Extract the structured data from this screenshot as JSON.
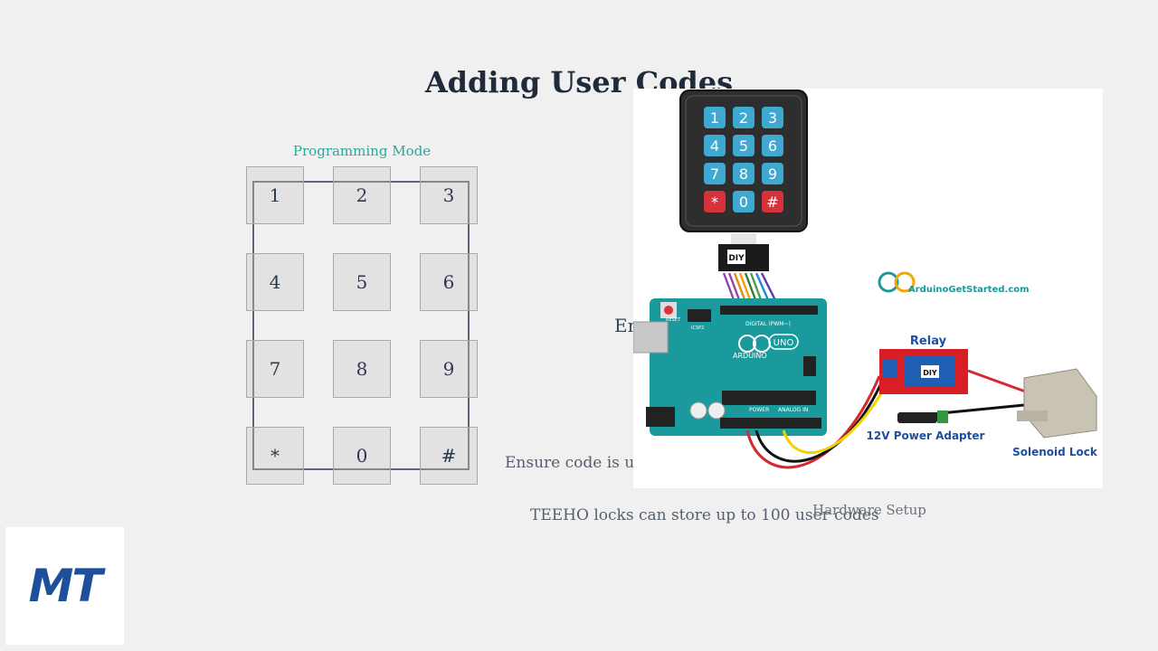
{
  "slide": {
    "title": "Adding User Codes",
    "programming_label": "Programming Mode",
    "partial_text_1": "En",
    "partial_text_2": "Ensure code is u",
    "note": "TEEHO locks can store up to 100 user codes",
    "hardware_caption": "Hardware Setup"
  },
  "keypad": {
    "keys": [
      "1",
      "2",
      "3",
      "4",
      "5",
      "6",
      "7",
      "8",
      "9",
      "*",
      "0",
      "#"
    ]
  },
  "hardware": {
    "keypad_keys": [
      "1",
      "2",
      "3",
      "4",
      "5",
      "6",
      "7",
      "8",
      "9",
      "*",
      "0",
      "#"
    ],
    "site_logo": "ArduinoGetStarted.com",
    "relay_label": "Relay",
    "adapter_label": "12V Power Adapter",
    "lock_label": "Solenoid Lock",
    "board_name": "ARDUINO",
    "board_model": "UNO",
    "digital_label": "DIGITAL (PWM~)",
    "power_label": "POWER",
    "analog_label": "ANALOG IN",
    "reset_label": "RESET",
    "icsp_label": "ICSP2",
    "diy_label": "DIY",
    "colors": {
      "board": "#1a9a9c",
      "relay": "#d81f26",
      "key_blue": "#3fa9d1",
      "key_red": "#d7313a",
      "label_blue": "#1f4fa0"
    }
  },
  "logo": {
    "text": "MT"
  }
}
